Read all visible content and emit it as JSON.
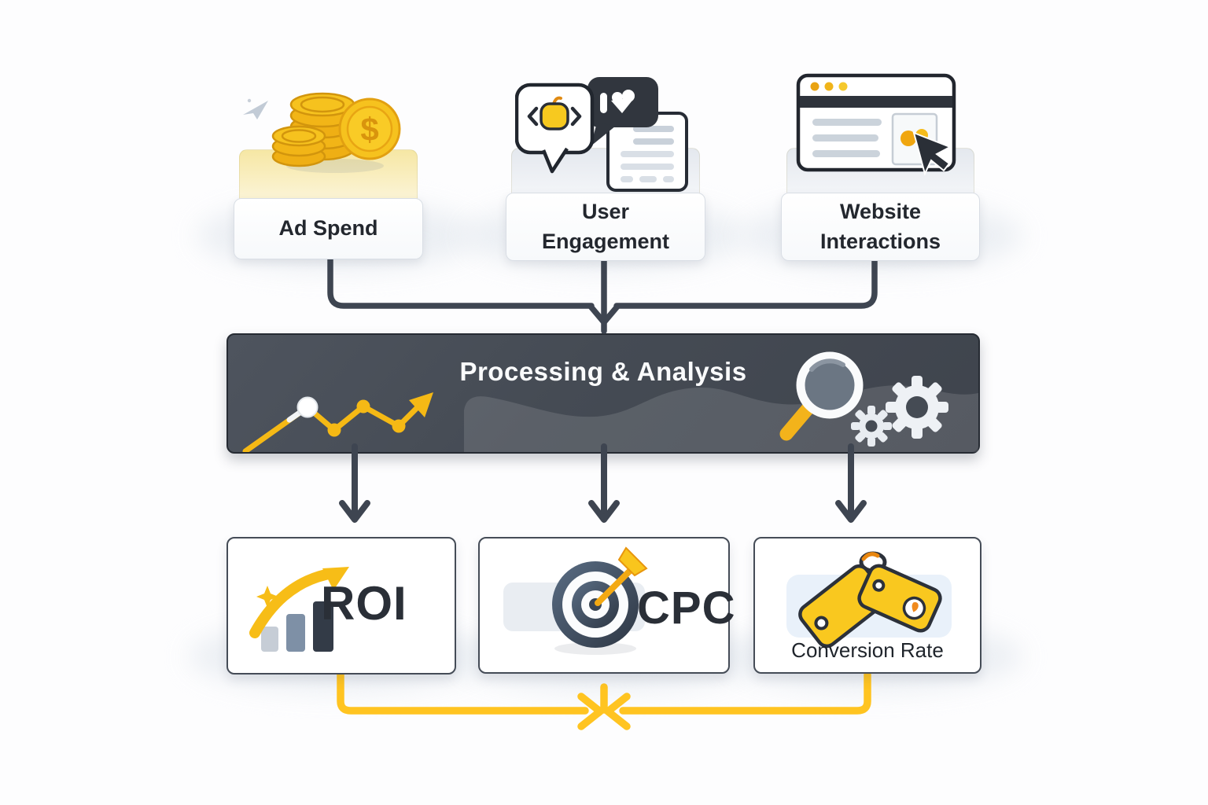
{
  "diagram": {
    "inputs": [
      {
        "id": "ad-spend",
        "label": "Ad Spend",
        "icon": "coins-icon"
      },
      {
        "id": "user-engagement",
        "label": "User Engagement",
        "icon": "chat-bubbles-icon"
      },
      {
        "id": "website-interactions",
        "label": "Website Interactions",
        "icon": "browser-cursor-icon"
      }
    ],
    "processor": {
      "label": "Processing & Analysis",
      "icons": [
        "line-chart-icon",
        "magnifier-icon",
        "gears-icon"
      ]
    },
    "outputs": [
      {
        "id": "roi",
        "label": "ROI",
        "icon": "growth-arrow-bars-icon"
      },
      {
        "id": "cpc",
        "label": "CPC",
        "icon": "target-dart-icon"
      },
      {
        "id": "conversion-rate",
        "label": "Conversion Rate",
        "icon": "price-tags-icon"
      }
    ],
    "colors": {
      "accent_yellow": "#ffc421",
      "coin_gold": "#f2b517",
      "connector_dark": "#3e4551",
      "bar_background": "#454b54",
      "card_border_light": "#d9dee5",
      "card_border_dark": "#454c57"
    }
  }
}
